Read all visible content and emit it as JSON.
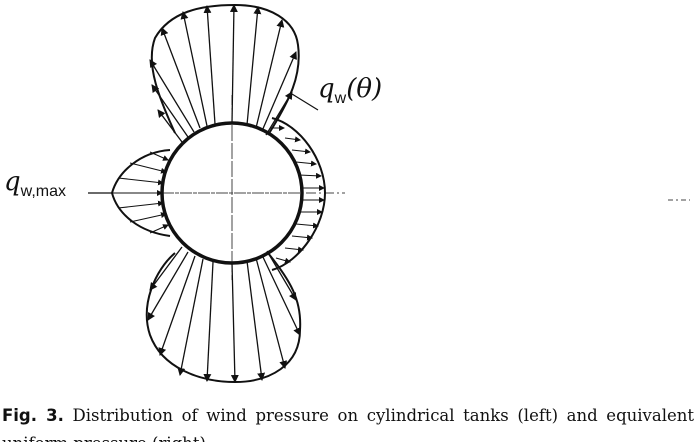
{
  "figure": {
    "label_qw_theta": {
      "symbol": "q",
      "subscript": "w",
      "argument": "(θ)"
    },
    "label_qw_max": {
      "symbol": "q",
      "subscript": "w,max"
    }
  },
  "caption": {
    "label": "Fig. 3.",
    "text_line1": "Distribution of wind pressure on cylindrical tanks (left) and equivalent",
    "text_line2": "uniform pressure (right)."
  }
}
